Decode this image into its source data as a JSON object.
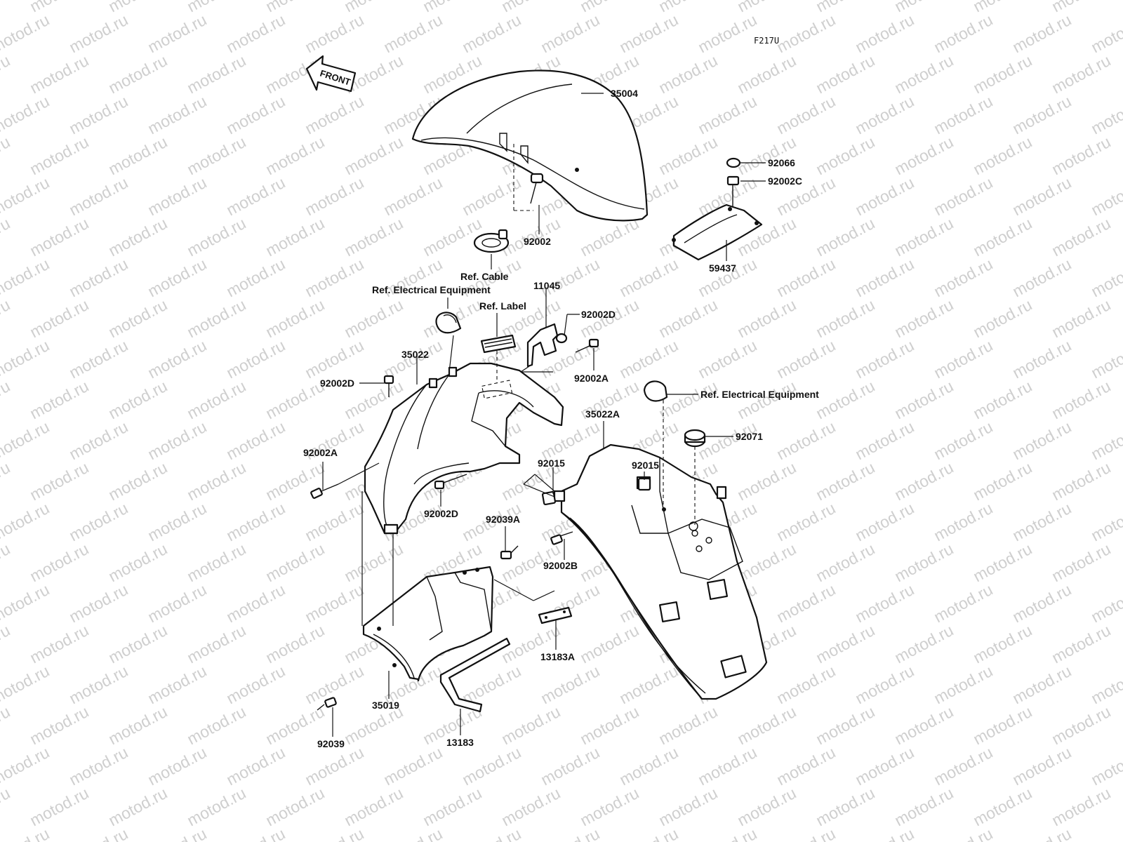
{
  "watermark": "motod.ru",
  "figure_code": "F217U",
  "front_label": "FRONT",
  "parts": {
    "p35004": "35004",
    "p92066": "92066",
    "p92002C": "92002C",
    "p59437": "59437",
    "p92002": "92002",
    "ref_cable": "Ref. Cable",
    "ref_elec_1": "Ref. Electrical Equipment",
    "p11045": "11045",
    "ref_label": "Ref. Label",
    "p92002D_top": "92002D",
    "p35022": "35022",
    "p92002D_left": "92002D",
    "p92002A_top": "92002A",
    "ref_elec_2": "Ref. Electrical Equipment",
    "p35022A": "35022A",
    "p92071": "92071",
    "p92002A_left": "92002A",
    "p92015_a": "92015",
    "p92015_b": "92015",
    "p92002D_bottom": "92002D",
    "p92039A": "92039A",
    "p92002B": "92002B",
    "p13183A": "13183A",
    "p35019": "35019",
    "p92039": "92039",
    "p13183": "13183"
  }
}
